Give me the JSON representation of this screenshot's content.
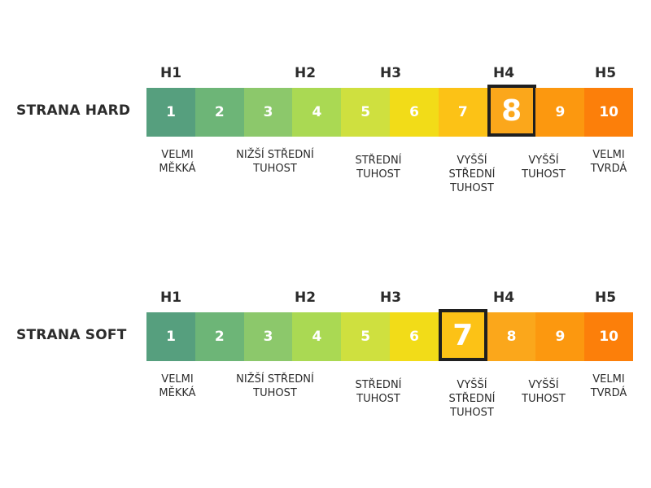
{
  "colors": {
    "segments": [
      "#569f7e",
      "#6db577",
      "#8cc86b",
      "#aad953",
      "#cfe03f",
      "#f2dc18",
      "#fcc216",
      "#fba71b",
      "#fc980f",
      "#fc7f0a"
    ],
    "selected_border": "#1f1f1f",
    "text": "#2b2b2b"
  },
  "h_levels": [
    "H1",
    "H2",
    "H3",
    "H4",
    "H5"
  ],
  "segments": [
    "1",
    "2",
    "3",
    "4",
    "5",
    "6",
    "7",
    "8",
    "9",
    "10"
  ],
  "descriptors": [
    [
      "VELMI",
      "MĚKKÁ"
    ],
    [
      "NIŽŠÍ STŘEDNÍ",
      "TUHOST"
    ],
    [
      "STŘEDNÍ",
      "TUHOST"
    ],
    [
      "VYŠŠÍ",
      "STŘEDNÍ",
      "TUHOST"
    ],
    [
      "VYŠŠÍ",
      "TUHOST"
    ],
    [
      "VELMI",
      "TVRDÁ"
    ]
  ],
  "scales": [
    {
      "title": "STRANA HARD",
      "selected": 8
    },
    {
      "title": "STRANA SOFT",
      "selected": 7
    }
  ]
}
